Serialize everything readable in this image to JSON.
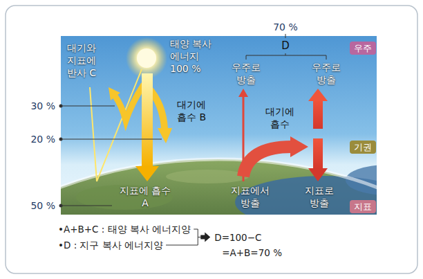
{
  "diagram": {
    "nodes": [
      {
        "text": [
          "우주"
        ]
      },
      {
        "text": [
          "기권"
        ]
      },
      {
        "text": [
          "지표"
        ]
      }
    ],
    "labels": [
      "70 %",
      "D",
      "대기와 지표에 반사 C",
      "태양 복사 에너지 100 %",
      "우주로 방출",
      "우주로 방출",
      "30 %",
      "대기에 흡수 B",
      "대기에 흡수",
      "20 %",
      "지표에 흡수 A",
      "지표에서 방출",
      "지표로 방출",
      "50 %",
      "•A+B+C : 태양 복사 에너지양",
      "•D : 지구 복사 에너지양",
      "D=100−C",
      "=A+B=70 %"
    ]
  }
}
